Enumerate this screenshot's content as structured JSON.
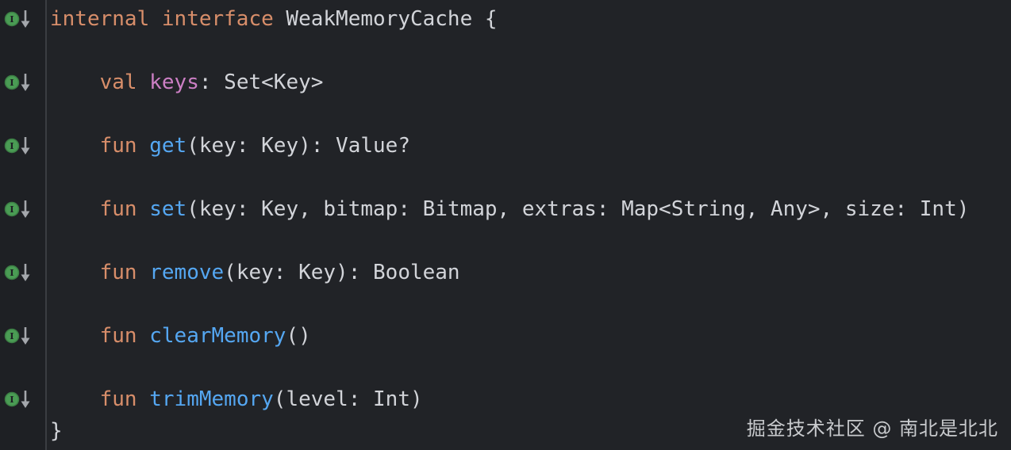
{
  "editor": {
    "language": "kotlin",
    "lines": [
      {
        "gutter": true,
        "tokens": [
          {
            "t": "internal",
            "c": "keyword"
          },
          {
            "t": " ",
            "c": "text"
          },
          {
            "t": "interface",
            "c": "keyword"
          },
          {
            "t": " WeakMemoryCache {",
            "c": "text"
          }
        ]
      },
      {
        "gutter": false,
        "tokens": []
      },
      {
        "gutter": true,
        "tokens": [
          {
            "t": "    ",
            "c": "text"
          },
          {
            "t": "val",
            "c": "keyword"
          },
          {
            "t": " ",
            "c": "text"
          },
          {
            "t": "keys",
            "c": "property"
          },
          {
            "t": ": Set<Key>",
            "c": "text"
          }
        ]
      },
      {
        "gutter": false,
        "tokens": []
      },
      {
        "gutter": true,
        "tokens": [
          {
            "t": "    ",
            "c": "text"
          },
          {
            "t": "fun",
            "c": "keyword"
          },
          {
            "t": " ",
            "c": "text"
          },
          {
            "t": "get",
            "c": "function"
          },
          {
            "t": "(key: Key): Value?",
            "c": "text"
          }
        ]
      },
      {
        "gutter": false,
        "tokens": []
      },
      {
        "gutter": true,
        "tokens": [
          {
            "t": "    ",
            "c": "text"
          },
          {
            "t": "fun",
            "c": "keyword"
          },
          {
            "t": " ",
            "c": "text"
          },
          {
            "t": "set",
            "c": "function"
          },
          {
            "t": "(key: Key, bitmap: Bitmap, extras: Map<String, Any>, size: Int)",
            "c": "text"
          }
        ]
      },
      {
        "gutter": false,
        "tokens": []
      },
      {
        "gutter": true,
        "tokens": [
          {
            "t": "    ",
            "c": "text"
          },
          {
            "t": "fun",
            "c": "keyword"
          },
          {
            "t": " ",
            "c": "text"
          },
          {
            "t": "remove",
            "c": "function"
          },
          {
            "t": "(key: Key): Boolean",
            "c": "text"
          }
        ]
      },
      {
        "gutter": false,
        "tokens": []
      },
      {
        "gutter": true,
        "tokens": [
          {
            "t": "    ",
            "c": "text"
          },
          {
            "t": "fun",
            "c": "keyword"
          },
          {
            "t": " ",
            "c": "text"
          },
          {
            "t": "clearMemory",
            "c": "function"
          },
          {
            "t": "()",
            "c": "text"
          }
        ]
      },
      {
        "gutter": false,
        "tokens": []
      },
      {
        "gutter": true,
        "tokens": [
          {
            "t": "    ",
            "c": "text"
          },
          {
            "t": "fun",
            "c": "keyword"
          },
          {
            "t": " ",
            "c": "text"
          },
          {
            "t": "trimMemory",
            "c": "function"
          },
          {
            "t": "(level: Int)",
            "c": "text"
          }
        ]
      },
      {
        "gutter": false,
        "tokens": [
          {
            "t": "}",
            "c": "text"
          }
        ]
      }
    ]
  },
  "gutter": {
    "marker_letter": "I"
  },
  "colors": {
    "background": "#212327",
    "gutter_background": "#1E2024",
    "gutter_separator": "#3A3D42",
    "keyword": "#D88E6A",
    "function": "#55A7F2",
    "property": "#CC7FC4",
    "text": "#D2D4D9",
    "marker_green": "#4A9C54",
    "marker_green_border": "#3C7E45",
    "marker_letter_color": "#1E2024",
    "arrow_gray": "#A4A7AC",
    "watermark": "#C8CACD"
  },
  "watermark": {
    "text": "掘金技术社区 @ 南北是北北"
  }
}
